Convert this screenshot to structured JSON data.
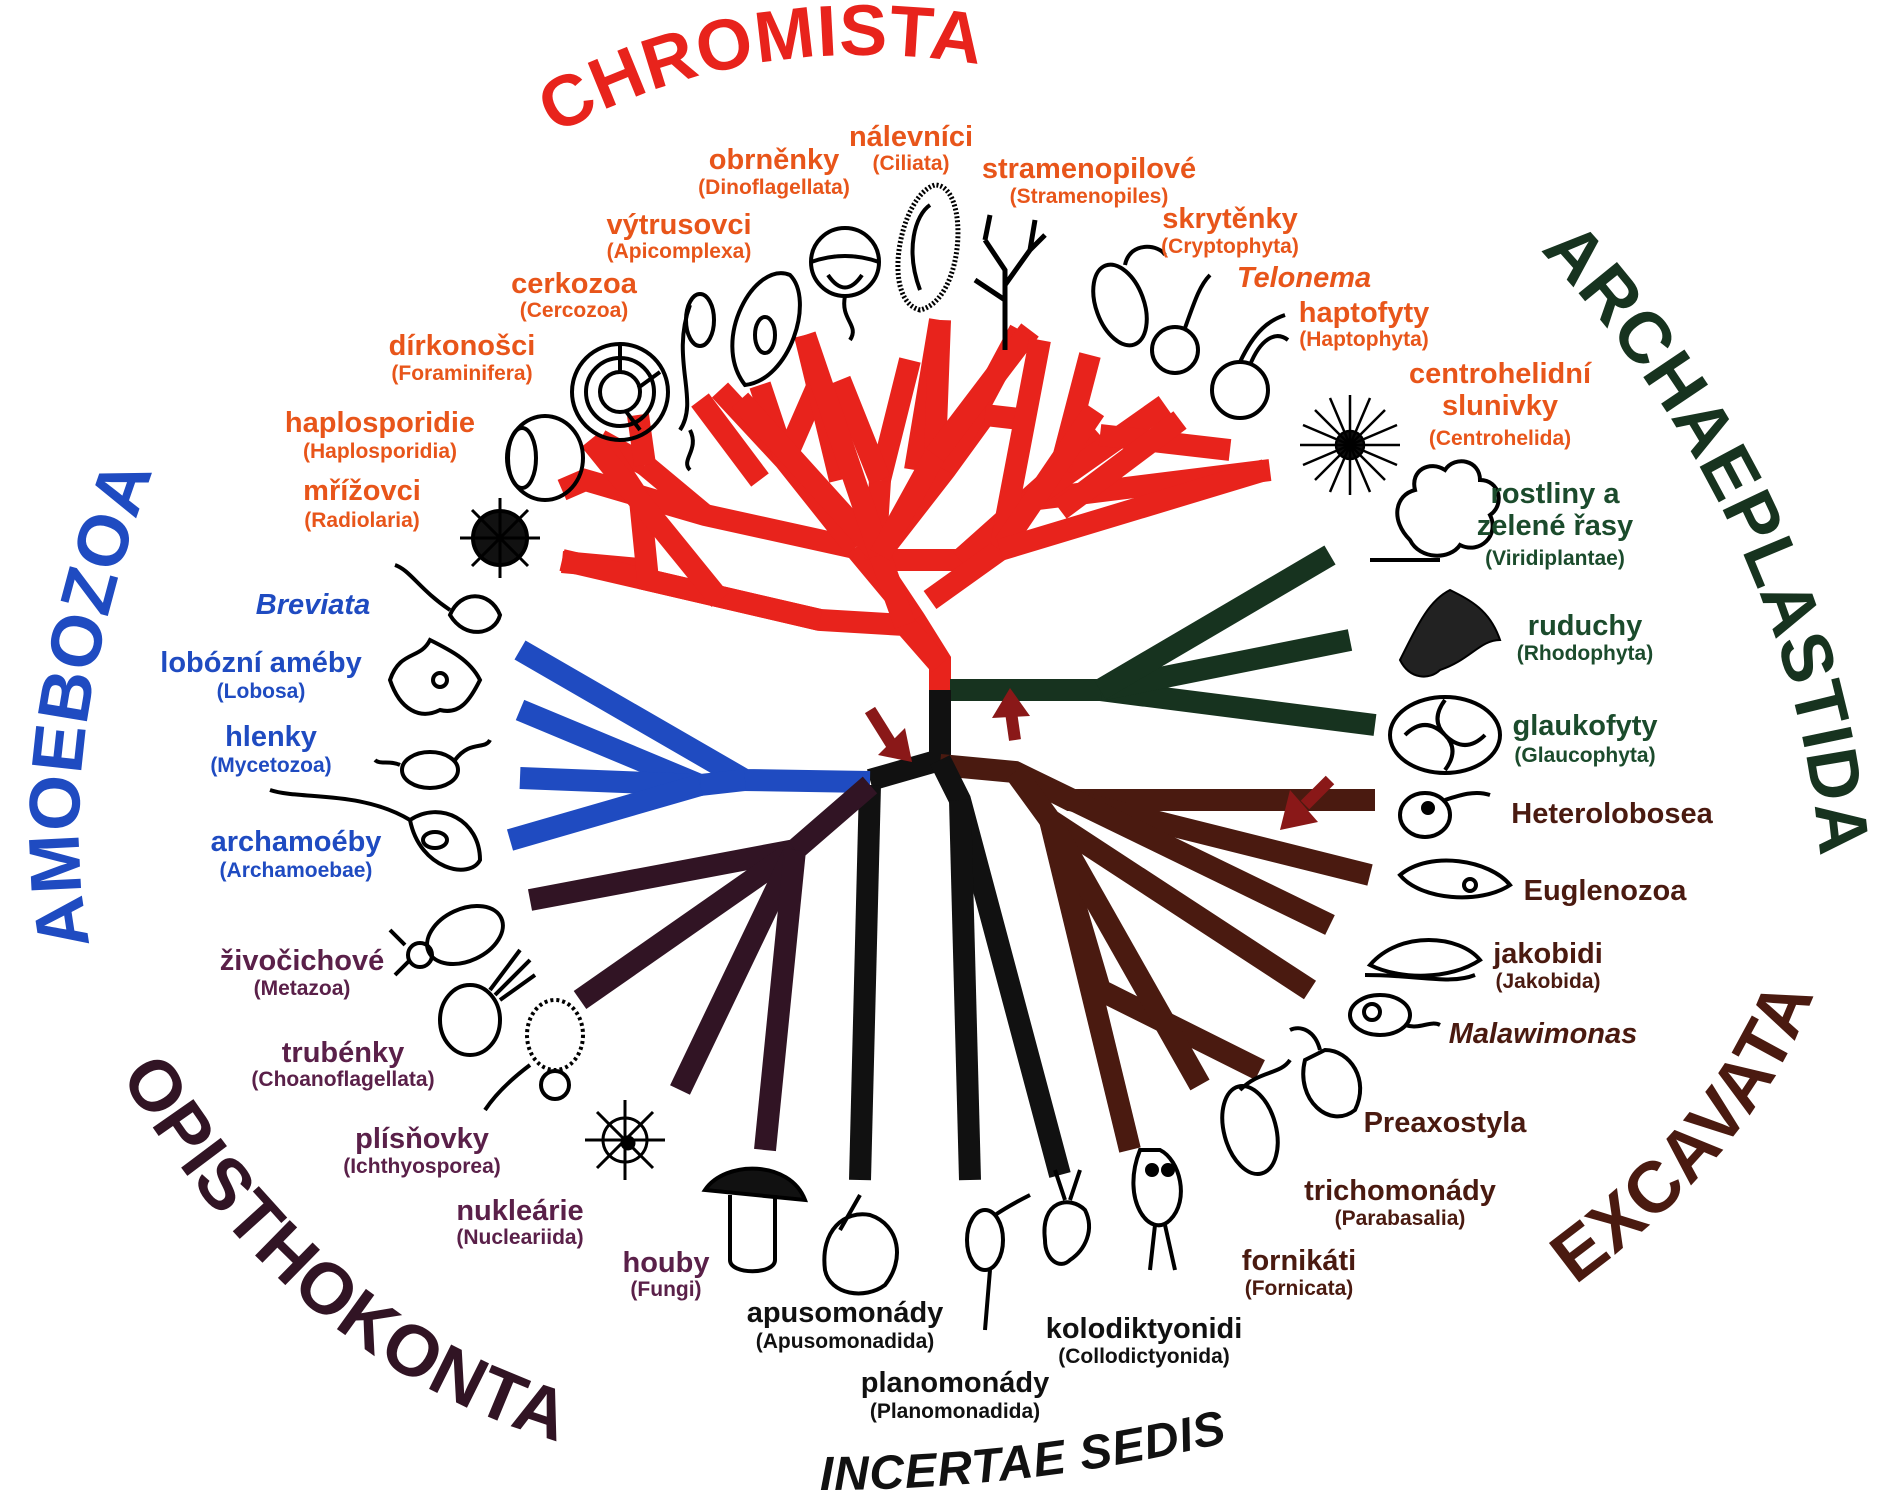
{
  "colors": {
    "chromista": "#e8231c",
    "chromista_label": "#e8551a",
    "archaeplastida": "#17331f",
    "amoebozoa": "#1f4bc1",
    "opisthokonta": "#5a2049",
    "excavata": "#4a1a10",
    "incertae": "#111111",
    "arrow": "#8a1818"
  },
  "supergroups": {
    "chromista": "CHROMISTA",
    "archaeplastida": "ARCHAEPLASTIDA",
    "amoebozoa": "AMOEBOZOA",
    "opisthokonta": "OPISTHOKONTA",
    "excavata": "EXCAVATA",
    "incertae_sedis": "INCERTAE SEDIS"
  },
  "taxa": {
    "radiolaria": {
      "name": "mřížovci",
      "latin": "(Radiolaria)"
    },
    "haplosporidia": {
      "name": "haplosporidie",
      "latin": "(Haplosporidia)"
    },
    "foraminifera": {
      "name": "dírkonošci",
      "latin": "(Foraminifera)"
    },
    "cercozoa": {
      "name": "cerkozoa",
      "latin": "(Cercozoa)"
    },
    "apicomplexa": {
      "name": "výtrusovci",
      "latin": "(Apicomplexa)"
    },
    "dinoflagellata": {
      "name": "obrněnky",
      "latin": "(Dinoflagellata)"
    },
    "ciliata": {
      "name": "nálevníci",
      "latin": "(Ciliata)"
    },
    "stramenopiles": {
      "name": "stramenopilové",
      "latin": "(Stramenopiles)"
    },
    "cryptophyta": {
      "name": "skrytěnky",
      "latin": "(Cryptophyta)"
    },
    "telonema": {
      "name": "Telonema"
    },
    "haptophyta": {
      "name": "haptofyty",
      "latin": "(Haptophyta)"
    },
    "centrohelida": {
      "name1": "centrohelidní",
      "name2": "slunivky",
      "latin": "(Centrohelida)"
    },
    "viridiplantae": {
      "name1": "rostliny a",
      "name2": "zelené řasy",
      "latin": "(Viridiplantae)"
    },
    "rhodophyta": {
      "name": "ruduchy",
      "latin": "(Rhodophyta)"
    },
    "glaucophyta": {
      "name": "glaukofyty",
      "latin": "(Glaucophyta)"
    },
    "heterolobosea": {
      "name": "Heterolobosea"
    },
    "euglenozoa": {
      "name": "Euglenozoa"
    },
    "jakobida": {
      "name": "jakobidi",
      "latin": "(Jakobida)"
    },
    "malawimonas": {
      "name": "Malawimonas"
    },
    "preaxostyla": {
      "name": "Preaxostyla"
    },
    "parabasalia": {
      "name": "trichomonády",
      "latin": "(Parabasalia)"
    },
    "fornicata": {
      "name": "fornikáti",
      "latin": "(Fornicata)"
    },
    "collodictyonida": {
      "name": "kolodiktyonidi",
      "latin": "(Collodictyonida)"
    },
    "planomonadida": {
      "name": "planomonády",
      "latin": "(Planomonadida)"
    },
    "apusomonadida": {
      "name": "apusomonády",
      "latin": "(Apusomonadida)"
    },
    "fungi": {
      "name": "houby",
      "latin": "(Fungi)"
    },
    "nucleariida": {
      "name": "nukleárie",
      "latin": "(Nucleariida)"
    },
    "ichthyosporea": {
      "name": "plísňovky",
      "latin": "(Ichthyosporea)"
    },
    "choanoflagellata": {
      "name": "trubénky",
      "latin": "(Choanoflagellata)"
    },
    "metazoa": {
      "name": "živočichové",
      "latin": "(Metazoa)"
    },
    "archamoebae": {
      "name": "archamoéby",
      "latin": "(Archamoebae)"
    },
    "mycetozoa": {
      "name": "hlenky",
      "latin": "(Mycetozoa)"
    },
    "lobosa": {
      "name": "lobózní améby",
      "latin": "(Lobosa)"
    },
    "breviata": {
      "name": "Breviata"
    }
  }
}
